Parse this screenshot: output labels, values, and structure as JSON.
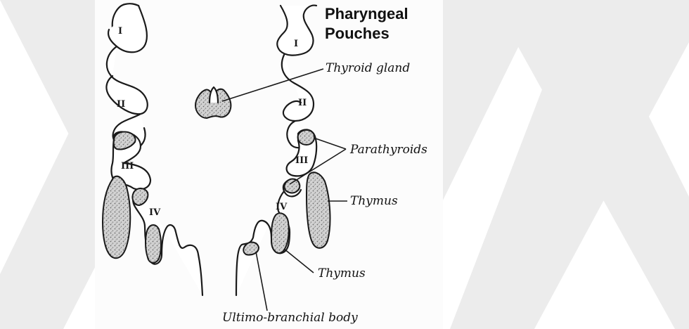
{
  "title_lines": [
    "Pharyngeal",
    "Pouches"
  ],
  "pouch_numerals": {
    "left": [
      "I",
      "II",
      "III",
      "IV"
    ],
    "right": [
      "I",
      "II",
      "III",
      "IV"
    ]
  },
  "labels": {
    "thyroid": "Thyroid gland",
    "parathyroids": "Parathyroids",
    "thymus_upper": "Thymus",
    "thymus_lower": "Thymus",
    "ultimobranchial": "Ultimo-branchial body"
  },
  "colors": {
    "line": "#1a1a1a",
    "stipple": "#bdbdbd",
    "watermark": "#ececec"
  }
}
